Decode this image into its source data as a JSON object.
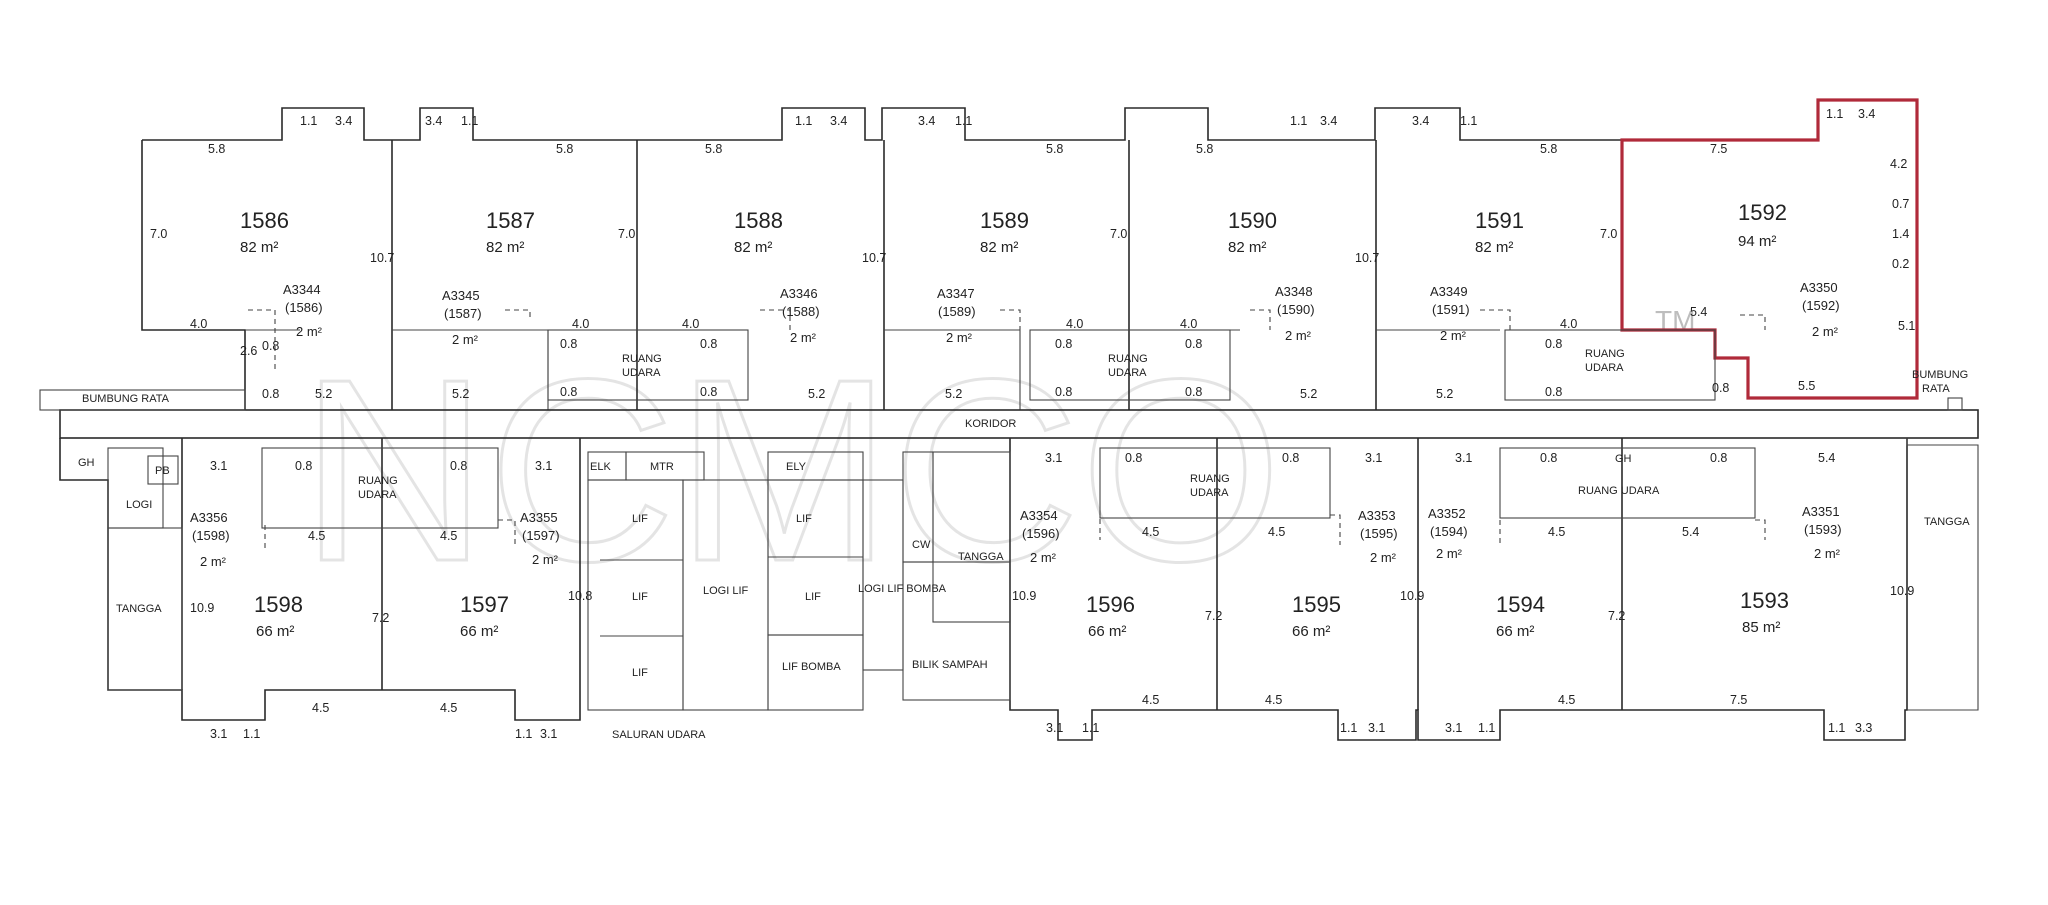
{
  "highlight_color": "#b02a3a",
  "watermark": {
    "text": "NCMCO",
    "tm": "TM"
  },
  "corridor_label": "KORIDOR",
  "upper_units": [
    {
      "lot": "1586",
      "area": "82 m²",
      "acc": "A3344",
      "acc_ref": "(1586)",
      "acc_area": "2 m²"
    },
    {
      "lot": "1587",
      "area": "82 m²",
      "acc": "A3345",
      "acc_ref": "(1587)",
      "acc_area": "2 m²"
    },
    {
      "lot": "1588",
      "area": "82 m²",
      "acc": "A3346",
      "acc_ref": "(1588)",
      "acc_area": "2 m²"
    },
    {
      "lot": "1589",
      "area": "82 m²",
      "acc": "A3347",
      "acc_ref": "(1589)",
      "acc_area": "2 m²"
    },
    {
      "lot": "1590",
      "area": "82 m²",
      "acc": "A3348",
      "acc_ref": "(1590)",
      "acc_area": "2 m²"
    },
    {
      "lot": "1591",
      "area": "82 m²",
      "acc": "A3349",
      "acc_ref": "(1591)",
      "acc_area": "2 m²"
    },
    {
      "lot": "1592",
      "area": "94 m²",
      "acc": "A3350",
      "acc_ref": "(1592)",
      "acc_area": "2 m²"
    }
  ],
  "lower_units": [
    {
      "lot": "1598",
      "area": "66 m²",
      "acc": "A3356",
      "acc_ref": "(1598)",
      "acc_area": "2 m²"
    },
    {
      "lot": "1597",
      "area": "66 m²",
      "acc": "A3355",
      "acc_ref": "(1597)",
      "acc_area": "2 m²"
    },
    {
      "lot": "1596",
      "area": "66 m²",
      "acc": "A3354",
      "acc_ref": "(1596)",
      "acc_area": "2 m²"
    },
    {
      "lot": "1595",
      "area": "66 m²",
      "acc": "A3353",
      "acc_ref": "(1595)",
      "acc_area": "2 m²"
    },
    {
      "lot": "1594",
      "area": "66 m²",
      "acc": "A3352",
      "acc_ref": "(1594)",
      "acc_area": "2 m²"
    },
    {
      "lot": "1593",
      "area": "85 m²",
      "acc": "A3351",
      "acc_ref": "(1593)",
      "acc_area": "2 m²"
    }
  ],
  "rooms": {
    "ruang_udara": "RUANG UDARA",
    "ruang": "RUANG",
    "udara": "UDARA",
    "bumbung_rata": "BUMBUNG RATA",
    "bumbung": "BUMBUNG",
    "rata": "RATA",
    "tangga": "TANGGA",
    "logi": "LOGI",
    "logi_lif": "LOGI LIF",
    "logi_lif_bomba": "LOGI LIF BOMBA",
    "lif": "LIF",
    "lif_bomba": "LIF BOMBA",
    "bilik_sampah": "BILIK SAMPAH",
    "saluran_udara": "SALURAN UDARA",
    "gh": "GH",
    "pb": "PB",
    "elk": "ELK",
    "mtr": "MTR",
    "ely": "ELY",
    "cw": "CW"
  },
  "dimensions": {
    "d58": "5.8",
    "d34": "3.4",
    "d11": "1.1",
    "d70": "7.0",
    "d107": "10.7",
    "d40": "4.0",
    "d52": "5.2",
    "d26": "2.6",
    "d08": "0.8",
    "d75": "7.5",
    "d42": "4.2",
    "d07": "0.7",
    "d14": "1.4",
    "d02": "0.2",
    "d51": "5.1",
    "d54": "5.4",
    "d55": "5.5",
    "d31": "3.1",
    "d45": "4.5",
    "d109": "10.9",
    "d72": "7.2",
    "d108": "10.8",
    "d33": "3.3"
  }
}
